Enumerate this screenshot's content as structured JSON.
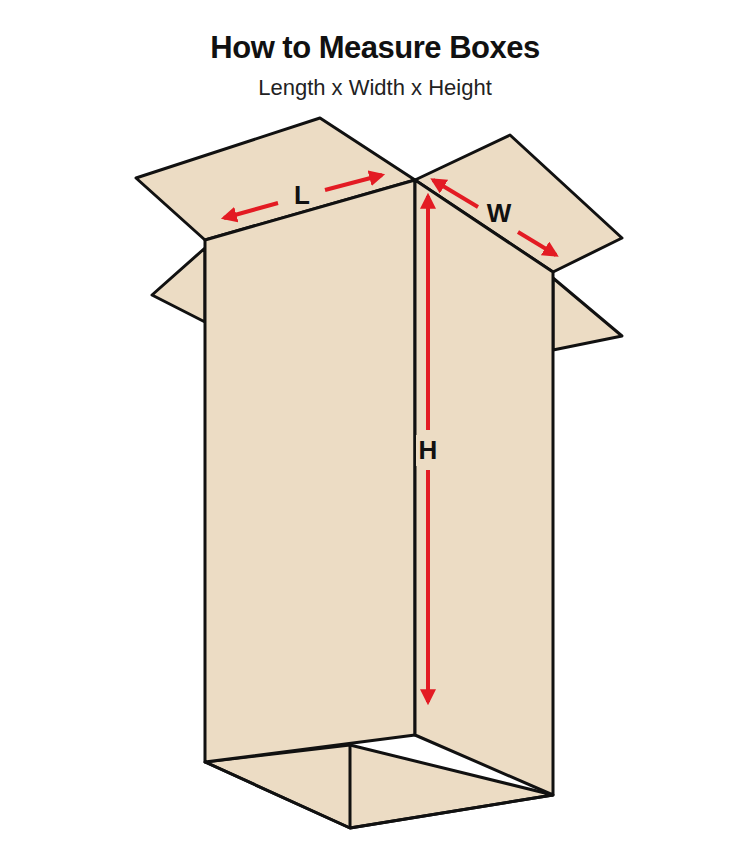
{
  "diagram": {
    "title": "How to Measure Boxes",
    "labels": [
      "Length x Width x Height",
      "L",
      "W",
      "H"
    ]
  }
}
